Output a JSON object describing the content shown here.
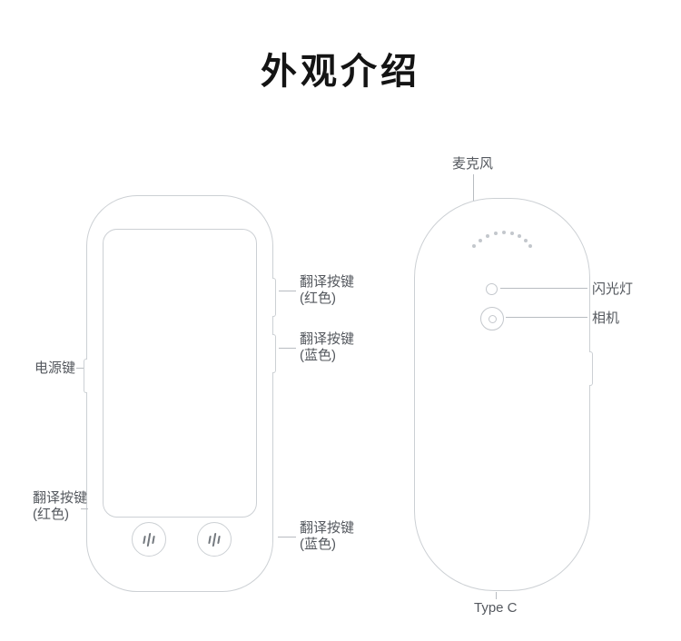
{
  "page": {
    "title": "外观介绍"
  },
  "front_view": {
    "side_label_red": {
      "line1": "翻译按键",
      "line2": "(红色)"
    },
    "side_label_blue": {
      "line1": "翻译按键",
      "line2": "(蓝色)"
    },
    "power_label": "电源键",
    "bottom_label_red": {
      "line1": "翻译按键",
      "line2": "(红色)"
    },
    "bottom_label_blue": {
      "line1": "翻译按键",
      "line2": "(蓝色)"
    }
  },
  "back_view": {
    "microphone_label": "麦克风",
    "flash_label": "闪光灯",
    "camera_label": "相机",
    "port_label": "Type C"
  },
  "icons": {
    "voice_icon": "three-bar voice/mic glyph on round buttons"
  },
  "colors": {
    "background": "#ffffff",
    "device_outline": "#ccd0d4",
    "leader_line": "#b8bcc1",
    "label_text": "#54585e",
    "title_text": "#141414",
    "speaker_dot": "#c3c7cc"
  }
}
